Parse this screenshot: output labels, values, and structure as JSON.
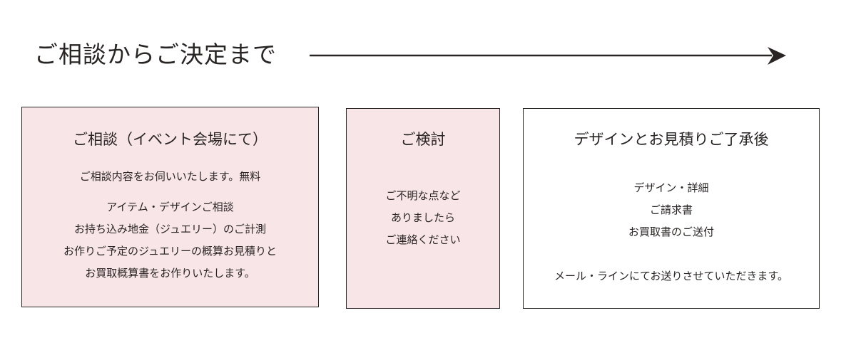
{
  "heading": "ご相談からご決定まで",
  "colors": {
    "text": "#2a2525",
    "pink_box": "#f8e5e7",
    "white_box": "#ffffff",
    "border": "#2a2525"
  },
  "steps": [
    {
      "title": "ご相談（イベント会場にて）",
      "fill": "#f8e5e7",
      "lines": [
        "ご相談内容をお伺いいたします。無料",
        "",
        "アイテム・デザインご相談",
        "お持ち込み地金（ジュエリー）のご計測",
        "お作りご予定のジュエリーの概算お見積りと",
        "お買取概算書をお作りいたします。"
      ]
    },
    {
      "title": "ご検討",
      "fill": "#f8e5e7",
      "lines": [
        "ご不明な点など",
        "ありましたら",
        "ご連絡ください"
      ]
    },
    {
      "title": "デザインとお見積りご了承後",
      "fill": "#ffffff",
      "lines": [
        "デザイン・詳細",
        "ご請求書",
        "お買取書のご送付",
        "",
        "メール・ラインにてお送りさせていただきます。"
      ]
    }
  ]
}
